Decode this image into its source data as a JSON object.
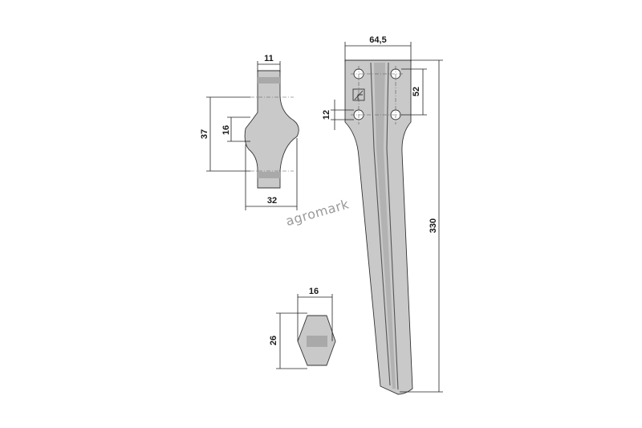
{
  "watermark": "agromark",
  "dimensions": {
    "top_width": "64,5",
    "hole_spacing": "52",
    "hole_offset": "12",
    "length": "330",
    "profile_width": "11",
    "profile_height": "37",
    "profile_neck": "16",
    "profile_base": "32",
    "section_width": "16",
    "section_height": "26"
  },
  "colors": {
    "part_fill": "#c9c9c9",
    "line": "#222222",
    "watermark": "#9a9a9a"
  }
}
